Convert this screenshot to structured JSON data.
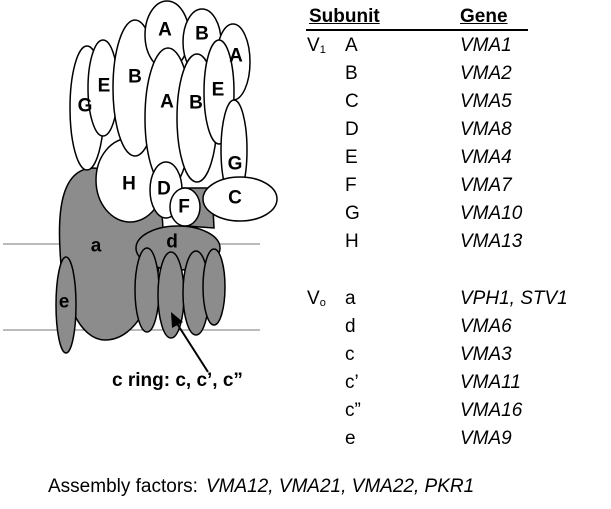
{
  "diagram": {
    "subunit_labels": {
      "A_top": "A",
      "B_top": "B",
      "A_right": "A",
      "G_left": "G",
      "E_left": "E",
      "B_left": "B",
      "A_mid": "A",
      "B_mid": "B",
      "E_right": "E",
      "G_right": "G",
      "H": "H",
      "D": "D",
      "F": "F",
      "C": "C",
      "a": "a",
      "d": "d",
      "e": "e"
    },
    "c_ring_label": "c ring: c, c’, c”",
    "colors": {
      "membrane_subunit": "#8c8c8c",
      "v1_subunit": "#ffffff",
      "outline": "#000000"
    }
  },
  "table": {
    "header_subunit": "Subunit",
    "header_gene": "Gene",
    "groups": [
      {
        "name_main": "V",
        "name_sub": "1",
        "rows": [
          {
            "subunit": "A",
            "gene": "VMA1"
          },
          {
            "subunit": "B",
            "gene": "VMA2"
          },
          {
            "subunit": "C",
            "gene": "VMA5"
          },
          {
            "subunit": "D",
            "gene": "VMA8"
          },
          {
            "subunit": "E",
            "gene": "VMA4"
          },
          {
            "subunit": "F",
            "gene": "VMA7"
          },
          {
            "subunit": "G",
            "gene": "VMA10"
          },
          {
            "subunit": "H",
            "gene": "VMA13"
          }
        ]
      },
      {
        "name_main": "V",
        "name_sub": "o",
        "rows": [
          {
            "subunit": "a",
            "gene": "VPH1, STV1"
          },
          {
            "subunit": "d",
            "gene": "VMA6"
          },
          {
            "subunit": "c",
            "gene": "VMA3"
          },
          {
            "subunit": "c’",
            "gene": "VMA11"
          },
          {
            "subunit": "c”",
            "gene": "VMA16"
          },
          {
            "subunit": "e",
            "gene": "VMA9"
          }
        ]
      }
    ]
  },
  "assembly": {
    "label": "Assembly factors:",
    "genes": "VMA12, VMA21, VMA22, PKR1"
  }
}
